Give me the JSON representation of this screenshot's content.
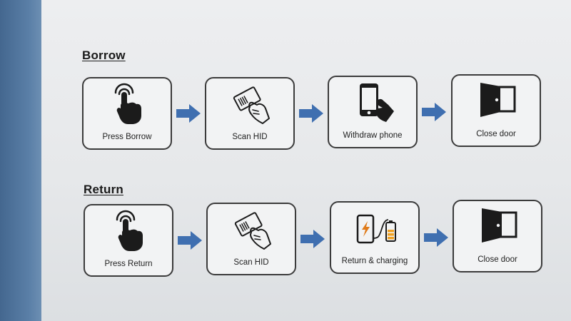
{
  "borrow": {
    "title": "Borrow",
    "steps": [
      {
        "label": "Press Borrow",
        "icon": "press-hand-icon"
      },
      {
        "label": "Scan HID",
        "icon": "scan-card-icon"
      },
      {
        "label": "Withdraw phone",
        "icon": "withdraw-phone-icon"
      },
      {
        "label": "Close door",
        "icon": "close-door-icon"
      }
    ]
  },
  "return": {
    "title": "Return",
    "steps": [
      {
        "label": "Press Return",
        "icon": "press-hand-icon"
      },
      {
        "label": "Scan HID",
        "icon": "scan-card-icon"
      },
      {
        "label": "Return & charging",
        "icon": "phone-charging-icon"
      },
      {
        "label": "Close door",
        "icon": "close-door-icon"
      }
    ]
  },
  "colors": {
    "arrow": "#3f6fb0",
    "icon": "#1b1b1b",
    "border": "#3b3b3b",
    "sidebar": "#4f7299"
  }
}
